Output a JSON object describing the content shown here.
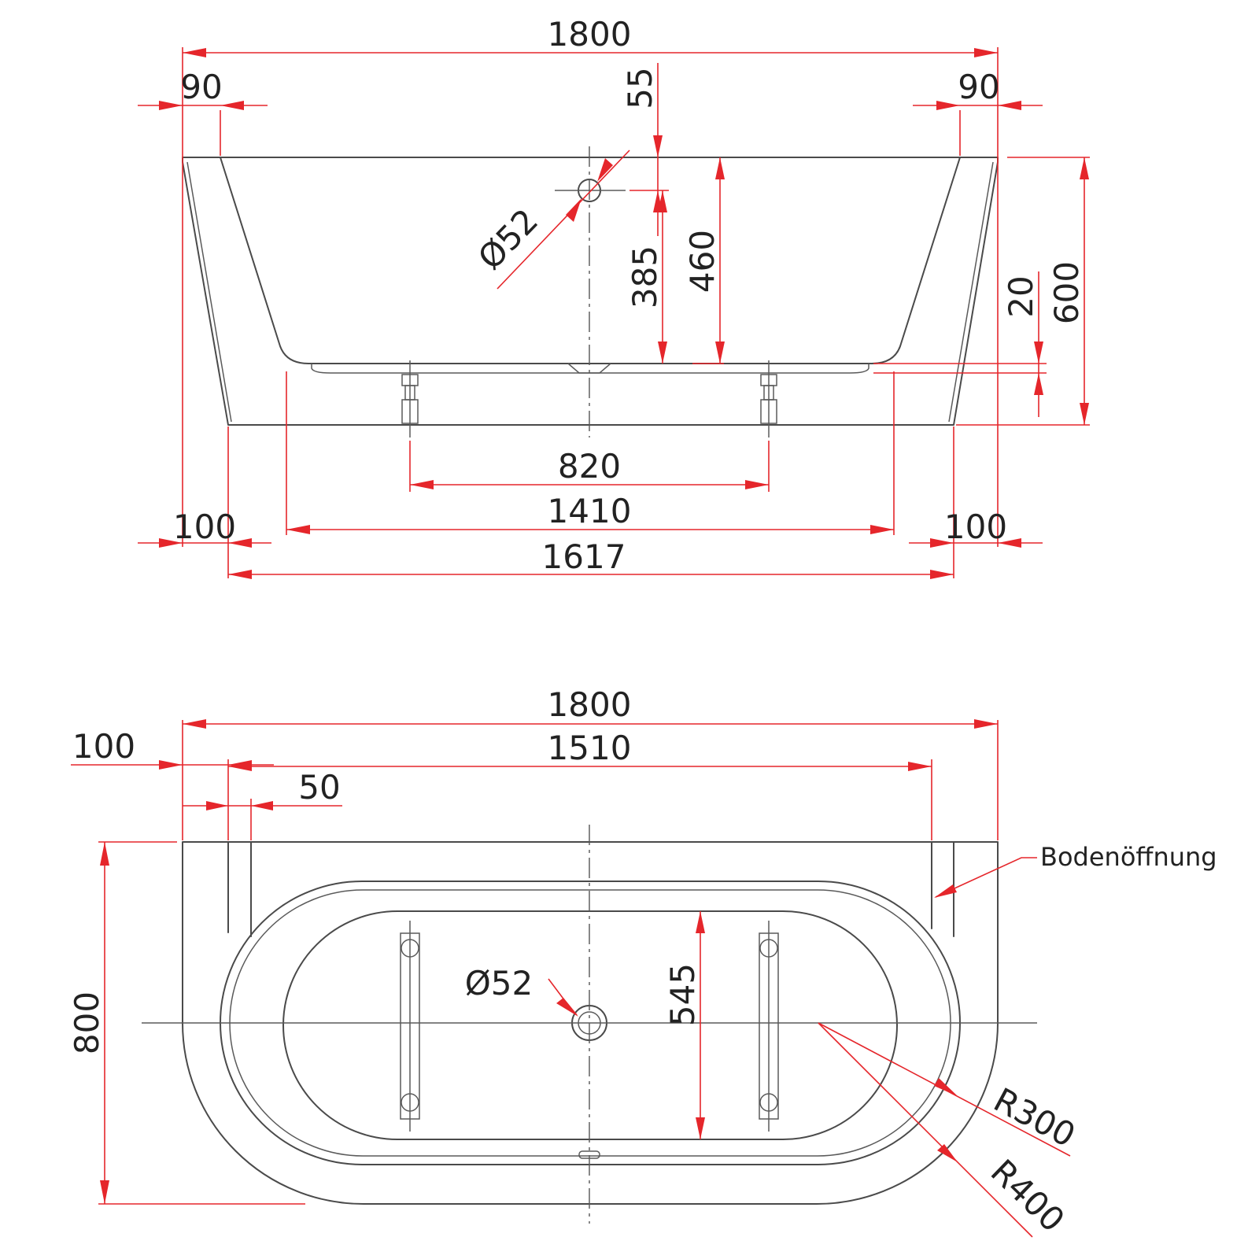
{
  "colors": {
    "object": "#4a4a4a",
    "dimension": "#e5262b",
    "text": "#222222",
    "background": "#ffffff"
  },
  "side_view": {
    "overall_length": "1800",
    "rim_inset_left": "90",
    "rim_inset_right": "90",
    "overflow_offset": "55",
    "overflow_diameter": "Ø52",
    "overflow_height": "385",
    "inner_depth": "460",
    "floor_gap": "20",
    "overall_height": "600",
    "feet_spacing": "820",
    "base_span": "1410",
    "base_inset_left": "100",
    "base_inset_right": "100",
    "base_length": "1617"
  },
  "top_view": {
    "overall_length": "1800",
    "inner_length": "1510",
    "wall_offset": "100",
    "wall_thickness": "50",
    "overall_width": "800",
    "drain_diameter": "Ø52",
    "inner_width": "545",
    "radius_inner": "R300",
    "radius_outer": "R400",
    "floor_opening_label": "Bodenöffnung"
  }
}
